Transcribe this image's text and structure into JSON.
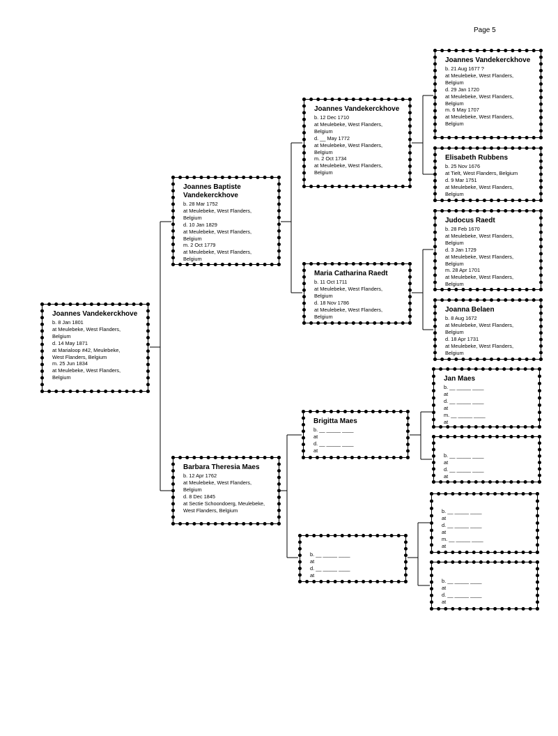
{
  "page_label": "Page 5",
  "persons": {
    "p1": {
      "name": "Joannes Vandekerckhove",
      "lines": [
        "b. 8 Jan 1801",
        "at Meulebeke, West Flanders,",
        "Belgium",
        "d. 14 May 1871",
        "at Marialoop #42, Meulebeke,",
        "West Flanders, Belgium",
        "m. 25 Jun 1834",
        "at Meulebeke, West Flanders,",
        "Belgium"
      ]
    },
    "p2": {
      "name": "Joannes Baptiste Vandekerckhove",
      "lines": [
        "b. 28 Mar 1752",
        "at Meulebeke, West Flanders,",
        "Belgium",
        "d. 10 Jan 1829",
        "at Meulebeke, West Flanders,",
        "Belgium",
        "m. 2 Oct 1779",
        "at Meulebeke, West Flanders,",
        "Belgium"
      ]
    },
    "p3": {
      "name": "Barbara Theresia Maes",
      "lines": [
        "b. 12 Apr 1762",
        "at Meulebeke, West Flanders,",
        "Belgium",
        "d. 8 Dec 1845",
        "at Sectie Schoondoerg, Meulebeke,",
        "West Flanders, Belgium"
      ]
    },
    "p4": {
      "name": "Joannes Vandekerckhove",
      "lines": [
        "b. 12 Dec 1710",
        "at Meulebeke, West Flanders,",
        "Belgium",
        "d. __ May 1772",
        "at Meulebeke, West Flanders,",
        "Belgium",
        "m. 2 Oct 1734",
        "at Meulebeke, West Flanders,",
        "Belgium"
      ]
    },
    "p5": {
      "name": "Maria Catharina Raedt",
      "lines": [
        "b. 11 Oct 1711",
        "at Meulebeke, West Flanders,",
        "Belgium",
        "d. 18 Nov 1786",
        "at Meulebeke, West Flanders,",
        "Belgium"
      ]
    },
    "p6": {
      "name": "Brigitta Maes",
      "lines": [
        "b. __ _____ ____",
        "at",
        "d. __ _____ ____",
        "at"
      ]
    },
    "p7": {
      "name": "",
      "lines": [
        "b. __ _____ ____",
        "at",
        "d. __ _____ ____",
        "at"
      ]
    },
    "p8": {
      "name": "Joannes Vandekerckhove",
      "lines": [
        "b. 21 Aug 1677 ?",
        "at Meulebeke, West Flanders,",
        "Belgium",
        "d. 29 Jan 1720",
        "at Meulebeke, West Flanders,",
        "Belgium",
        "m. 6 May 1707",
        "at Meulebeke, West Flanders,",
        "Belgium"
      ]
    },
    "p9": {
      "name": "Elisabeth Rubbens",
      "lines": [
        "b. 25 Nov 1676",
        "at Tielt, West Flanders, Belgium",
        "d. 9 Mar 1751",
        "at Meulebeke, West Flanders,",
        "Belgium"
      ]
    },
    "p10": {
      "name": "Judocus Raedt",
      "lines": [
        "b. 28 Feb 1670",
        "at Meulebeke, West Flanders,",
        "Belgium",
        "d. 3 Jan 1729",
        "at Meulebeke, West Flanders,",
        "Belgium",
        "m. 28 Apr 1701",
        "at Meulebeke, West Flanders,",
        "Belgium"
      ]
    },
    "p11": {
      "name": "Joanna Belaen",
      "lines": [
        "b. 8 Aug 1672",
        "at Meulebeke, West Flanders,",
        "Belgium",
        "d. 18 Apr 1731",
        "at Meulebeke, West Flanders,",
        "Belgium"
      ]
    },
    "p12": {
      "name": "Jan Maes",
      "lines": [
        "b. __ _____ ____",
        "at",
        "d. __ _____ ____",
        "at",
        "m. __ _____ ____",
        "at"
      ]
    },
    "p13": {
      "name": "",
      "lines": [
        "b. __ _____ ____",
        "at",
        "d. __ _____ ____",
        "at"
      ]
    },
    "p14": {
      "name": "",
      "lines": [
        "b. __ _____ ____",
        "at",
        "d. __ _____ ____",
        "at",
        "m. __ _____ ____",
        "at"
      ]
    },
    "p15": {
      "name": "",
      "lines": [
        "b. __ _____ ____",
        "at",
        "d. __ _____ ____",
        "at"
      ]
    }
  }
}
